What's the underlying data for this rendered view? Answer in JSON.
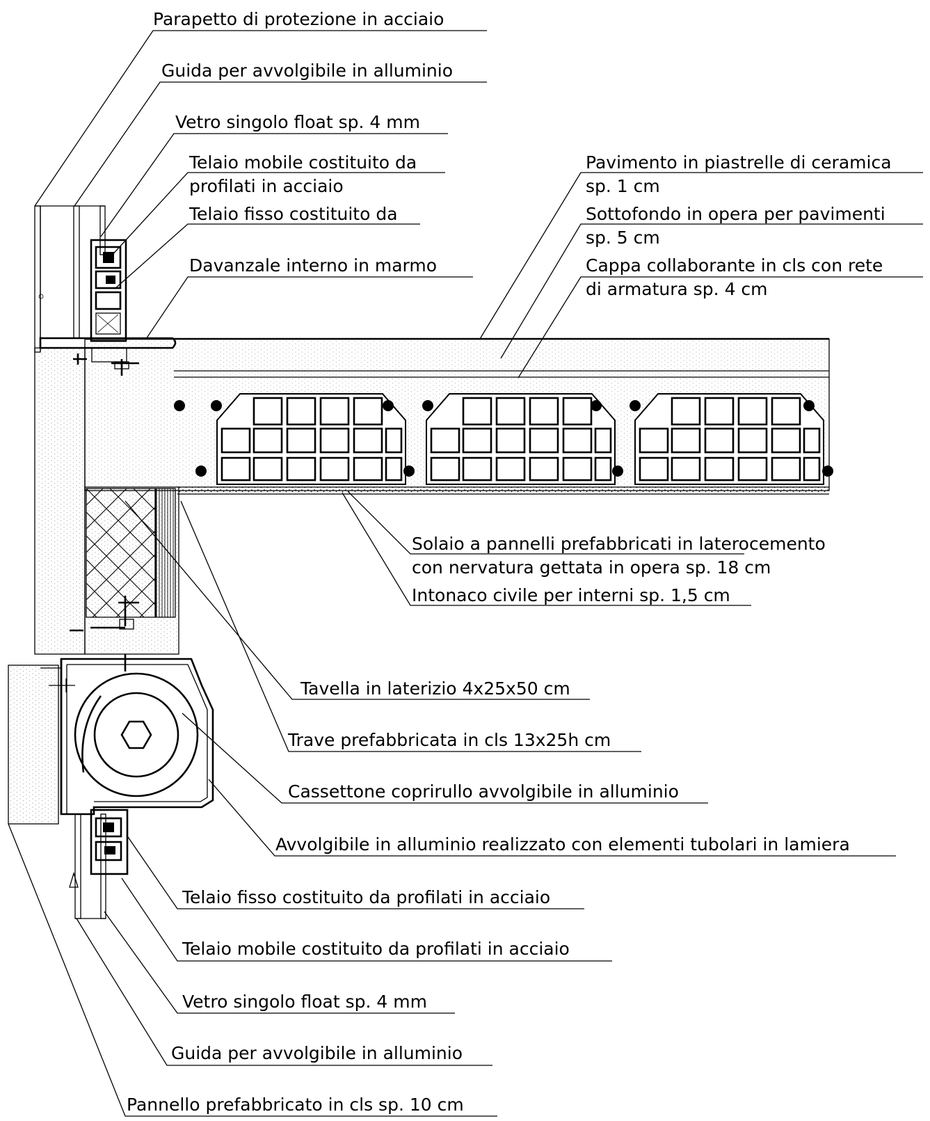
{
  "labels": {
    "parapetto": "Parapetto di protezione in acciaio",
    "guida_top": "Guida per avvolgibile in alluminio",
    "vetro_top": "Vetro singolo float sp. 4 mm",
    "telaio_mobile_top_1": "Telaio mobile costituito da",
    "telaio_mobile_top_2": "profilati in acciaio",
    "telaio_fisso_top": "Telaio fisso costituito da",
    "davanzale": "Davanzale interno in marmo",
    "pavimento_1": "Pavimento in piastrelle di ceramica",
    "pavimento_2": "sp. 1 cm",
    "sottofondo_1": "Sottofondo in opera per pavimenti",
    "sottofondo_2": "sp. 5 cm",
    "cappa_1": "Cappa collaborante in cls con rete",
    "cappa_2": "di armatura sp. 4 cm",
    "solaio_1": "Solaio a pannelli prefabbricati in laterocemento",
    "solaio_2": "con nervatura gettata in opera sp. 18 cm",
    "intonaco": "Intonaco civile per interni sp. 1,5 cm",
    "tavella": "Tavella in laterizio 4x25x50 cm",
    "trave": "Trave prefabbricata in cls 13x25h cm",
    "cassettone": "Cassettone coprirullo avvolgibile in alluminio",
    "avvolgibile": "Avvolgibile in alluminio realizzato con elementi tubolari in lamiera",
    "telaio_fisso_bottom": "Telaio fisso costituito da profilati in acciaio",
    "telaio_mobile_bottom": "Telaio mobile costituito da profilati in acciaio",
    "vetro_bottom": "Vetro singolo float sp. 4 mm",
    "guida_bottom": "Guida per avvolgibile in alluminio",
    "pannello": "Pannello prefabbricato in cls sp. 10 cm"
  }
}
